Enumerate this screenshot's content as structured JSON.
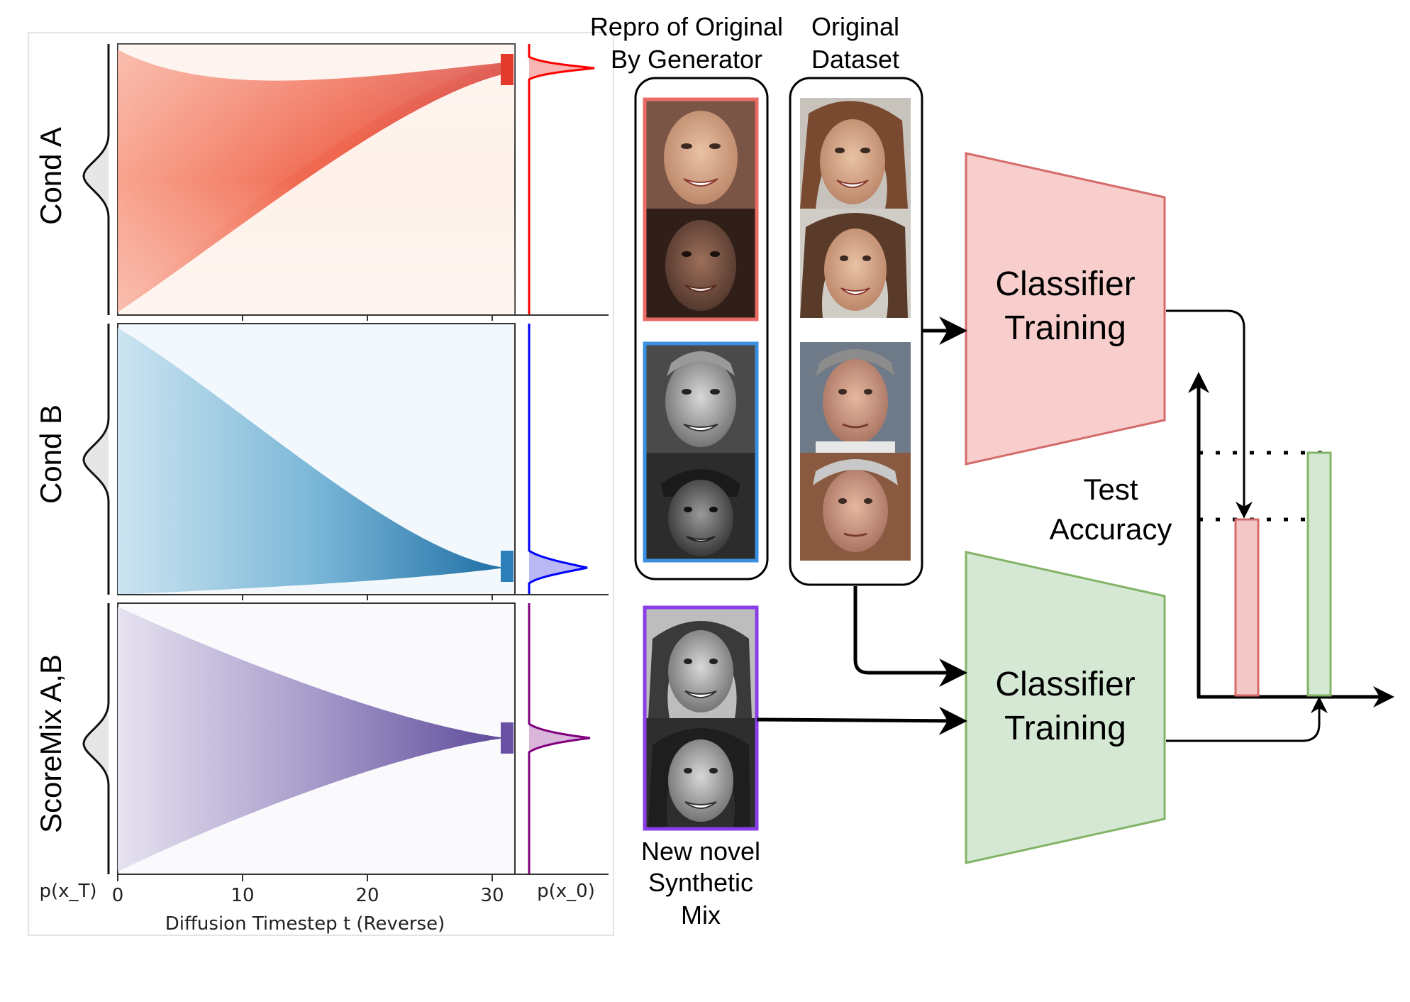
{
  "plot": {
    "row_labels": [
      "Cond A",
      "Cond B",
      "ScoreMix A,B"
    ],
    "px_T_label": "p(x_T)",
    "px_0_label": "p(x_0)",
    "xlabel": "Diffusion Timestep t (Reverse)",
    "xticks": [
      "0",
      "10",
      "20",
      "30"
    ],
    "colors": {
      "cond_a": "#e8322a",
      "cond_b": "#2c7fb8",
      "scoremix": "#6a51a3",
      "cond_a_line": "#ff0000",
      "cond_b_line": "#0000ff",
      "scoremix_line": "#800080"
    }
  },
  "diagram": {
    "repro_header": [
      "Repro of Original",
      "By Generator"
    ],
    "original_header": [
      "Original",
      "Dataset"
    ],
    "novel_caption": [
      "New novel",
      "Synthetic",
      "Mix"
    ],
    "classifier_top": [
      "Classifier",
      "Training"
    ],
    "classifier_bottom": [
      "Classifier",
      "Training"
    ],
    "test_accuracy": [
      "Test",
      "Accuracy"
    ],
    "bar_chart": {
      "red_value": 0.52,
      "green_value": 0.73,
      "red_color": "#f4c7c7",
      "green_color": "#d5e8d4"
    },
    "frame_colors": {
      "red": "#ea6b66",
      "blue": "#3b8fe0",
      "purple": "#8a3ee8"
    },
    "trapezoid_colors": {
      "red_fill": "#f8cecc",
      "red_stroke": "#d46a6a",
      "green_fill": "#d5e8d4",
      "green_stroke": "#82b366"
    }
  }
}
